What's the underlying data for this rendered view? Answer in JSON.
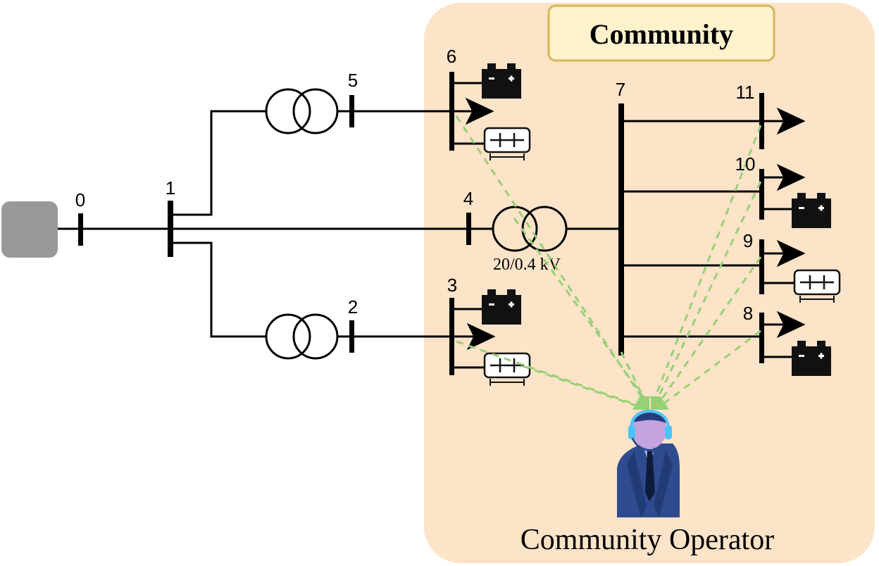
{
  "community": {
    "title": "Community",
    "operator_label": "Community Operator"
  },
  "transformer_rating": "20/0.4 kV",
  "buses": [
    {
      "id": "0",
      "label": "0"
    },
    {
      "id": "1",
      "label": "1"
    },
    {
      "id": "2",
      "label": "2"
    },
    {
      "id": "3",
      "label": "3"
    },
    {
      "id": "4",
      "label": "4"
    },
    {
      "id": "5",
      "label": "5"
    },
    {
      "id": "6",
      "label": "6"
    },
    {
      "id": "7",
      "label": "7"
    },
    {
      "id": "8",
      "label": "8"
    },
    {
      "id": "9",
      "label": "9"
    },
    {
      "id": "10",
      "label": "10"
    },
    {
      "id": "11",
      "label": "11"
    }
  ],
  "colors": {
    "community_fill": "#fde3c8",
    "title_box_fill": "#fff2cc",
    "title_box_border": "#d6b656",
    "grid_source": "#999999",
    "communication_link": "#97d077",
    "operator_blue": "#2f4b8f"
  },
  "icons": [
    "grid-source-icon",
    "transformer-icon",
    "battery-icon",
    "solar-panel-icon",
    "load-arrow-icon",
    "operator-icon",
    "antenna-icon"
  ]
}
